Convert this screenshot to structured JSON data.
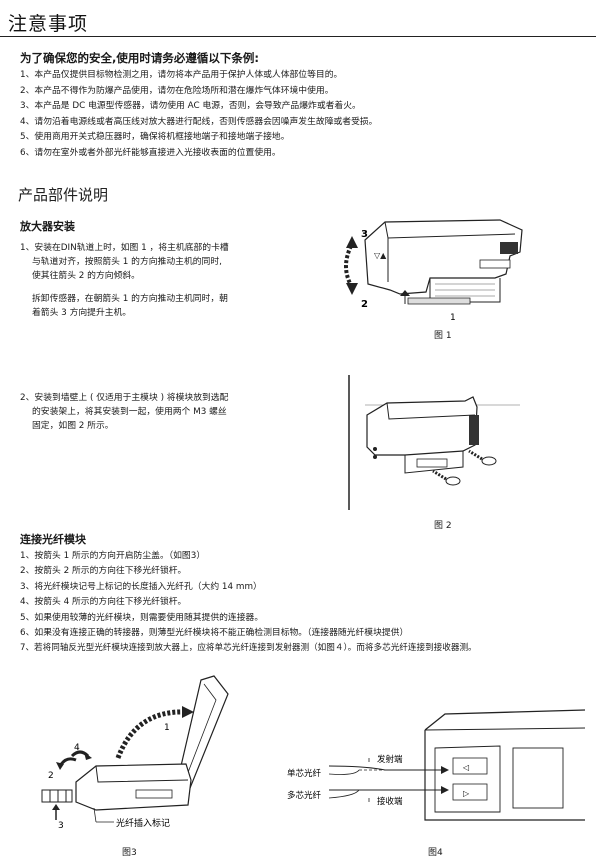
{
  "section1": {
    "title": "注意事项",
    "warning_heading": "为了确保您的安全,使用时请务必遵循以下条例:",
    "items": [
      "1、本产品仅提供目标物检测之用，请勿将本产品用于保护人体或人体部位等目的。",
      "2、本产品不得作为防爆产品使用，请勿在危险场所和潜在爆炸气体环境中使用。",
      "3、本产品是 DC 电源型传感器，请勿使用 AC 电源，否则，会导致产品爆炸或者着火。",
      "4、请勿沿着电源线或者高压线对放大器进行配线，否则传感器会因噪声发生故障或者受损。",
      "5、使用商用开关式稳压器时，确保将机框接地端子和接地端子接地。",
      "6、请勿在室外或者外部光纤能够直接进入光接收表面的位置使用。"
    ]
  },
  "section2": {
    "title": "产品部件说明",
    "amp_heading": "放大器安装",
    "step1_lines": [
      "1、安装在DIN轨道上时，如图 1 ，将主机底部的卡槽",
      "与轨道对齐，按照箭头 1 的方向推动主机的同时,",
      "使其往箭头 2 的方向倾斜。"
    ],
    "step1_remove_lines": [
      "拆卸传感器，在朝箭头 1 的方向推动主机同时，朝",
      "着箭头 3 方向提升主机。"
    ],
    "step2_lines": [
      "2、安装到墙壁上 ( 仅适用于主模块 ) 将模块放到选配",
      "的安装架上，将其安装到一起，使用两个 M3 螺丝",
      "固定，如图 2 所示。"
    ],
    "fig1_caption": "图 1",
    "fig2_caption": "图 2",
    "fig1_labels": {
      "arrow1": "1",
      "arrow2": "2",
      "arrow3": "3"
    }
  },
  "section3": {
    "heading": "连接光纤模块",
    "items": [
      "1、按箭头 1 所示的方向开启防尘盖。（如图3）",
      "2、按箭头 2 所示的方向往下移光纤锁杆。",
      "3、将光纤模块记号上标记的长度插入光纤孔（大约 14 mm）",
      "4、按箭头 4 所示的方向往下移光纤锁杆。",
      "5、如果使用较薄的光纤模块，则需要使用随其提供的连接器。",
      "6、如果没有连接正确的转接器，则薄型光纤模块将不能正确检测目标物。（连接器随光纤模块提供）",
      "7、若将同轴反光型光纤模块连接到放大器上，应将单芯光纤连接到发射器测（如图４）。而将多芯光纤连接到接收器测。"
    ],
    "fig3_caption": "图3",
    "fig4_caption": "图4",
    "fig3_labels": {
      "arrow1": "1",
      "arrow2": "2",
      "arrow3": "3",
      "arrow4": "4",
      "insert_mark": "光纤插入标记"
    },
    "fig4_labels": {
      "single_core": "单芯光纤",
      "multi_core": "多芯光纤",
      "emitter": "发射端",
      "receiver": "接收端"
    }
  }
}
